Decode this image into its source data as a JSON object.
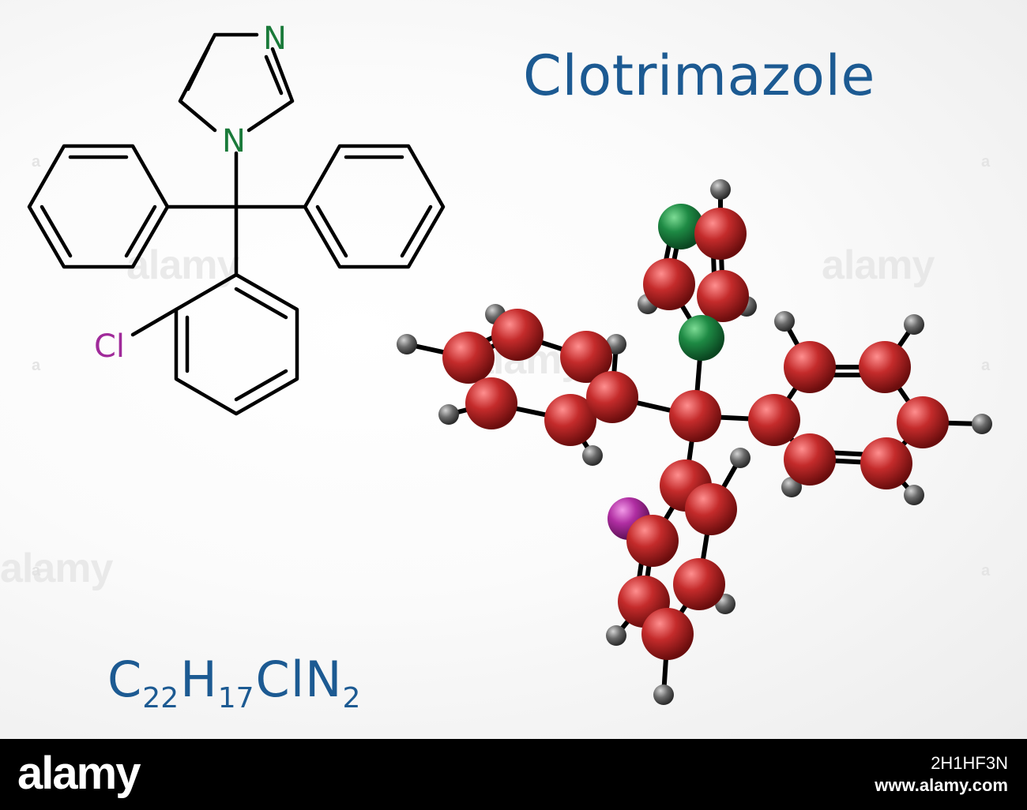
{
  "title": "Clotrimazole",
  "formula": {
    "c": "C",
    "c_n": "22",
    "h": "H",
    "h_n": "17",
    "cl": "Cl",
    "n": "N",
    "n_n": "2"
  },
  "labels": {
    "cl": "Cl",
    "n_top": "N",
    "n_bottom": "N"
  },
  "colors": {
    "text_blue": "#1c5a92",
    "carbon": "#b02424",
    "nitrogen": "#1a7a3a",
    "chlorine": "#a02a9a",
    "hydrogen": "#555555",
    "bond": "#000000"
  },
  "watermark": {
    "word": "alamy",
    "letter": "a"
  },
  "footer": {
    "logo": "alamy",
    "image_id": "2H1HF3N",
    "url": "www.alamy.com"
  }
}
